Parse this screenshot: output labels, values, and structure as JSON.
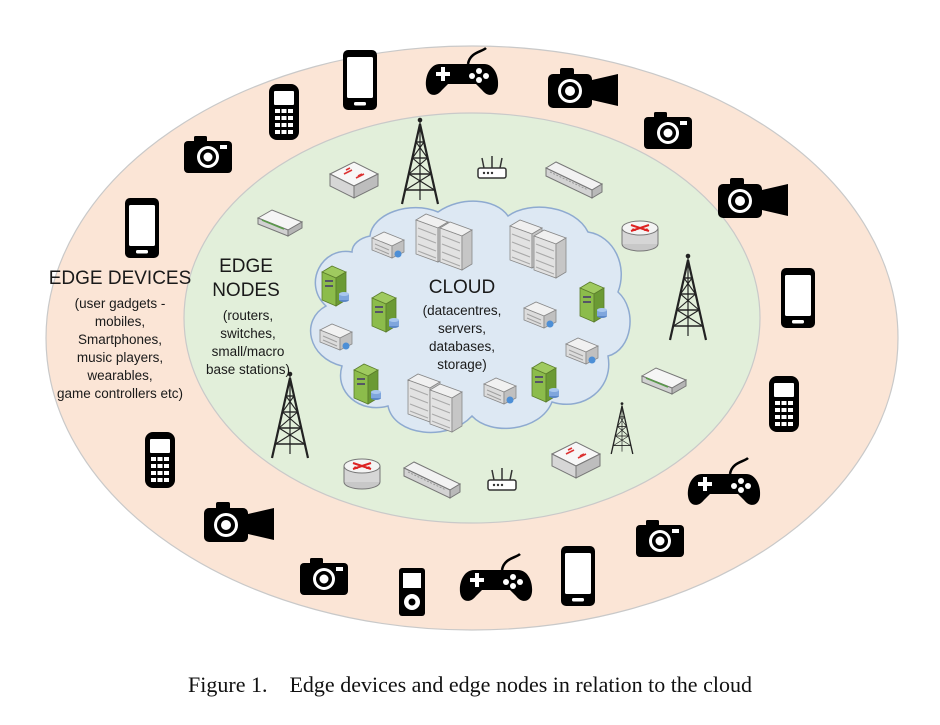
{
  "cloud": {
    "title": "CLOUD",
    "lines": [
      "(datacentres,",
      "servers,",
      "databases,",
      "storage)"
    ]
  },
  "edge_nodes": {
    "title_lines": [
      "EDGE",
      "NODES"
    ],
    "lines": [
      "(routers,",
      "switches,",
      "small/macro",
      "base stations)"
    ]
  },
  "edge_devices": {
    "title": "EDGE DEVICES",
    "lines": [
      "(user gadgets -",
      "mobiles,",
      "Smartphones,",
      "music players,",
      "wearables,",
      "game controllers etc)"
    ]
  },
  "caption": {
    "number": "Figure 1.",
    "text": "Edge devices and edge nodes in relation to the cloud"
  },
  "colors": {
    "outer_ring": "#fbe5d6",
    "middle_ring": "#e2efda",
    "cloud_fill": "#dde8f3",
    "cloud_stroke": "#8eaad0",
    "ring_stroke": "#c9c9c9"
  }
}
